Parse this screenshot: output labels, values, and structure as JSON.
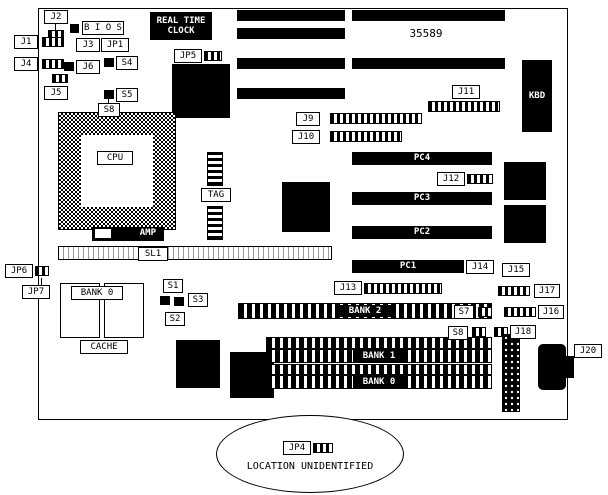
{
  "diagram": {
    "board_number": "35589",
    "rtc": "REAL TIME\nCLOCK",
    "bios": "B I O S",
    "cpu": "CPU",
    "amp": "AMP",
    "sl1": "SL1",
    "tag": "TAG",
    "kbd": "KBD",
    "cache_title": "BANK 0",
    "cache": "CACHE",
    "note": "LOCATION UNIDENTIFIED",
    "simm": {
      "bank2": "BANK 2",
      "bank1": "BANK 1",
      "bank0": "BANK 0"
    },
    "pci": {
      "pc4": "PC4",
      "pc3": "PC3",
      "pc2": "PC2",
      "pc1": "PC1"
    },
    "jumpers": {
      "j1": "J1",
      "j2": "J2",
      "j3": "J3",
      "j4": "J4",
      "j5": "J5",
      "j6": "J6",
      "j9": "J9",
      "j10": "J10",
      "j11": "J11",
      "j12": "J12",
      "j13": "J13",
      "j14": "J14",
      "j15": "J15",
      "j16": "J16",
      "j17": "J17",
      "j18": "J18",
      "j20": "J20",
      "jp1": "JP1",
      "jp4": "JP4",
      "jp5": "JP5",
      "jp6": "JP6",
      "jp7": "JP7",
      "s1": "S1",
      "s2": "S2",
      "s3": "S3",
      "s4": "S4",
      "s5": "S5",
      "s7": "S7",
      "s8": "S8"
    }
  }
}
